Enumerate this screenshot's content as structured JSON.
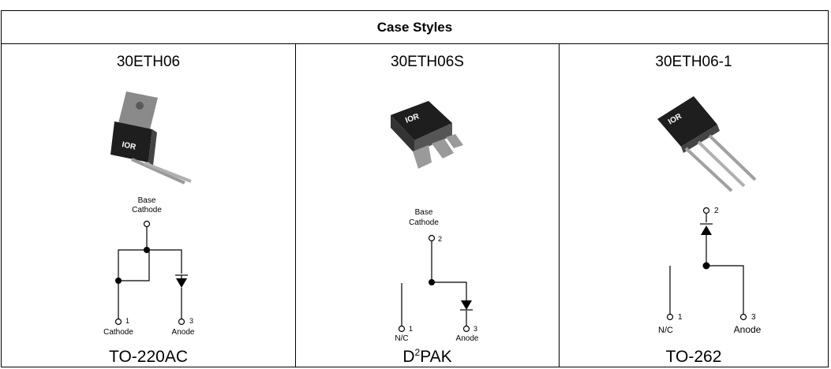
{
  "table": {
    "title": "Case Styles",
    "columns": [
      {
        "part_number": "30ETH06",
        "package": "TO-220AC",
        "schematic": {
          "top_label_1": "Base",
          "top_label_2": "Cathode",
          "pin1_num": "1",
          "pin1_label": "Cathode",
          "pin3_num": "3",
          "pin3_label": "Anode"
        },
        "photo_icon": "to220-package-photo"
      },
      {
        "part_number": "30ETH06S",
        "package_main": "D",
        "package_sup": "2",
        "package_tail": "PAK",
        "schematic": {
          "top_label_1": "Base",
          "top_label_2": "Cathode",
          "pin2_num": "2",
          "pin1_num": "1",
          "pin1_label": "N/C",
          "pin3_num": "3",
          "pin3_label": "Anode"
        },
        "photo_icon": "d2pak-package-photo"
      },
      {
        "part_number": "30ETH06-1",
        "package": "TO-262",
        "schematic": {
          "pin2_num": "2",
          "pin1_num": "1",
          "pin1_label": "N/C",
          "pin3_num": "3",
          "pin3_label": "Anode"
        },
        "photo_icon": "to262-package-photo"
      }
    ],
    "logo_text": "IOR"
  }
}
